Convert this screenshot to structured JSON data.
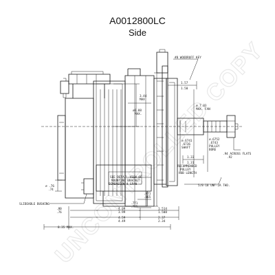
{
  "header": {
    "title": "A0012800LC",
    "subtitle": "Side"
  },
  "watermark": "UNCONTROLLED COPY",
  "labels": {
    "woodruff": "#8 WOODRUFF KEY",
    "d1a": "3.44",
    "d1b": "MAX",
    "d2a": "⌀6.88",
    "d2b": "MAX.",
    "d3a": "1.57",
    "d3b": "1.50",
    "fan_a": "⌀ 7.03",
    "fan_b": "MAX. FAN",
    "shaft_a": "⌀.6741",
    "shaft_b": ".6736",
    "shaft_c": "SHAFT",
    "bore_a": "⌀.6752",
    "bore_b": ".6743",
    "bore_c": "PULLEY",
    "bore_d": "BORE",
    "flats_a": ".94 ACROSS FLATS",
    "flats_b": ".92",
    "hub_a": "1.33",
    "hub_b": "1.31",
    "rec_a": "RECOMMENDED",
    "rec_b": "PULLEY",
    "rec_c": "HUB LENGTH",
    "thread": "5/8-18 UNF-2A THD.",
    "detail_a": "SEE DETAIL VIEW OF",
    "detail_b": "MOUNTING BRACKET",
    "detail_c": "DIMENSION 4 SPAN",
    "d4a": ".871",
    "d4b": ".865",
    "d5a": ".771",
    "d5b": ".765",
    "d6a": "⌀ .76",
    "d6b": ".74",
    "bushing": "SLIDEABLE BUSHING",
    "d7a": ".80",
    "d7b": ".76",
    "d8a": "4.09",
    "d8b": "3.99",
    "d9a": "1.514",
    "d9b": "1.508",
    "d10a": "4.59",
    "d10b": "4.49",
    "d11a": "2.37",
    "d11b": "2.34",
    "d12": "8.35 MAX."
  }
}
